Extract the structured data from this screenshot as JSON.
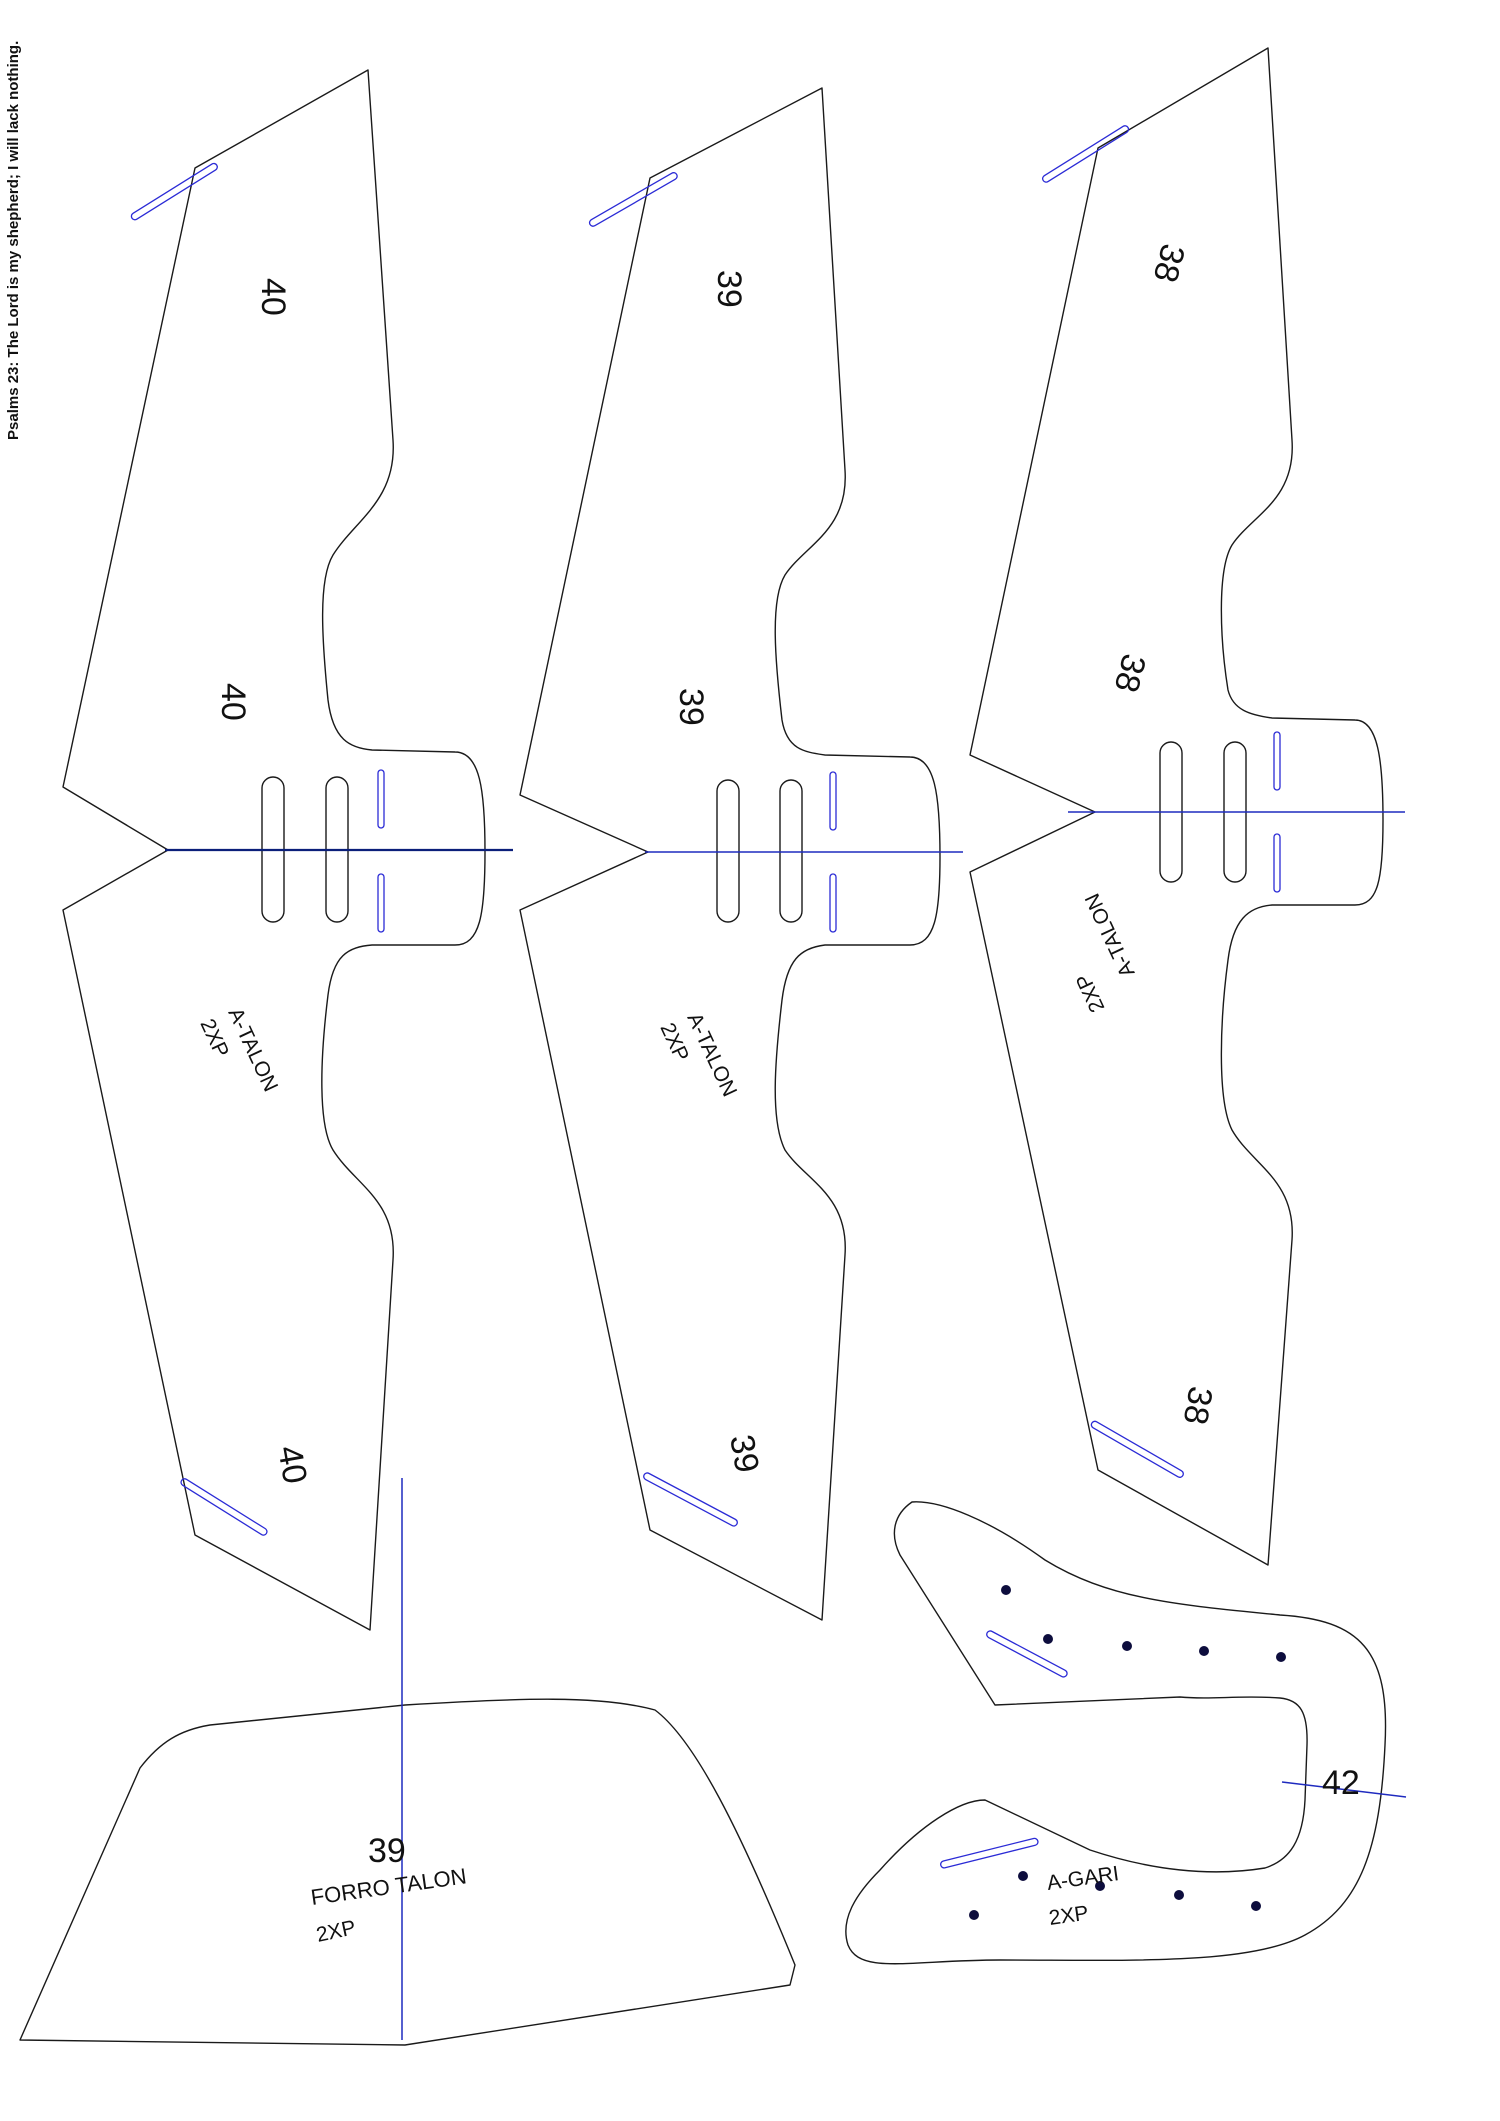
{
  "header": {
    "verse": "Psalms 23: The Lord is my shepherd; I will lack nothing."
  },
  "pieces": {
    "talon_40": {
      "size_top": "40",
      "size_mid": "40",
      "size_bottom": "40",
      "name": "A-TALON",
      "qty": "2XP"
    },
    "talon_39": {
      "size_top": "39",
      "size_mid": "39",
      "size_bottom": "39",
      "name": "A-TALON",
      "qty": "2XP"
    },
    "talon_38": {
      "size_top": "38",
      "size_mid": "38",
      "size_bottom": "38",
      "name": "A-TALON",
      "qty": "2XP"
    },
    "forro_talon": {
      "size": "39",
      "name": "FORRO TALON",
      "qty": "2XP"
    },
    "gari": {
      "size": "42",
      "name": "A-GARI",
      "qty": "2XP"
    }
  },
  "colors": {
    "outline": "#1a1a1a",
    "guide": "#1f2bbf",
    "guide_dark": "#0b1f7a",
    "dot": "#0d0d3d"
  }
}
